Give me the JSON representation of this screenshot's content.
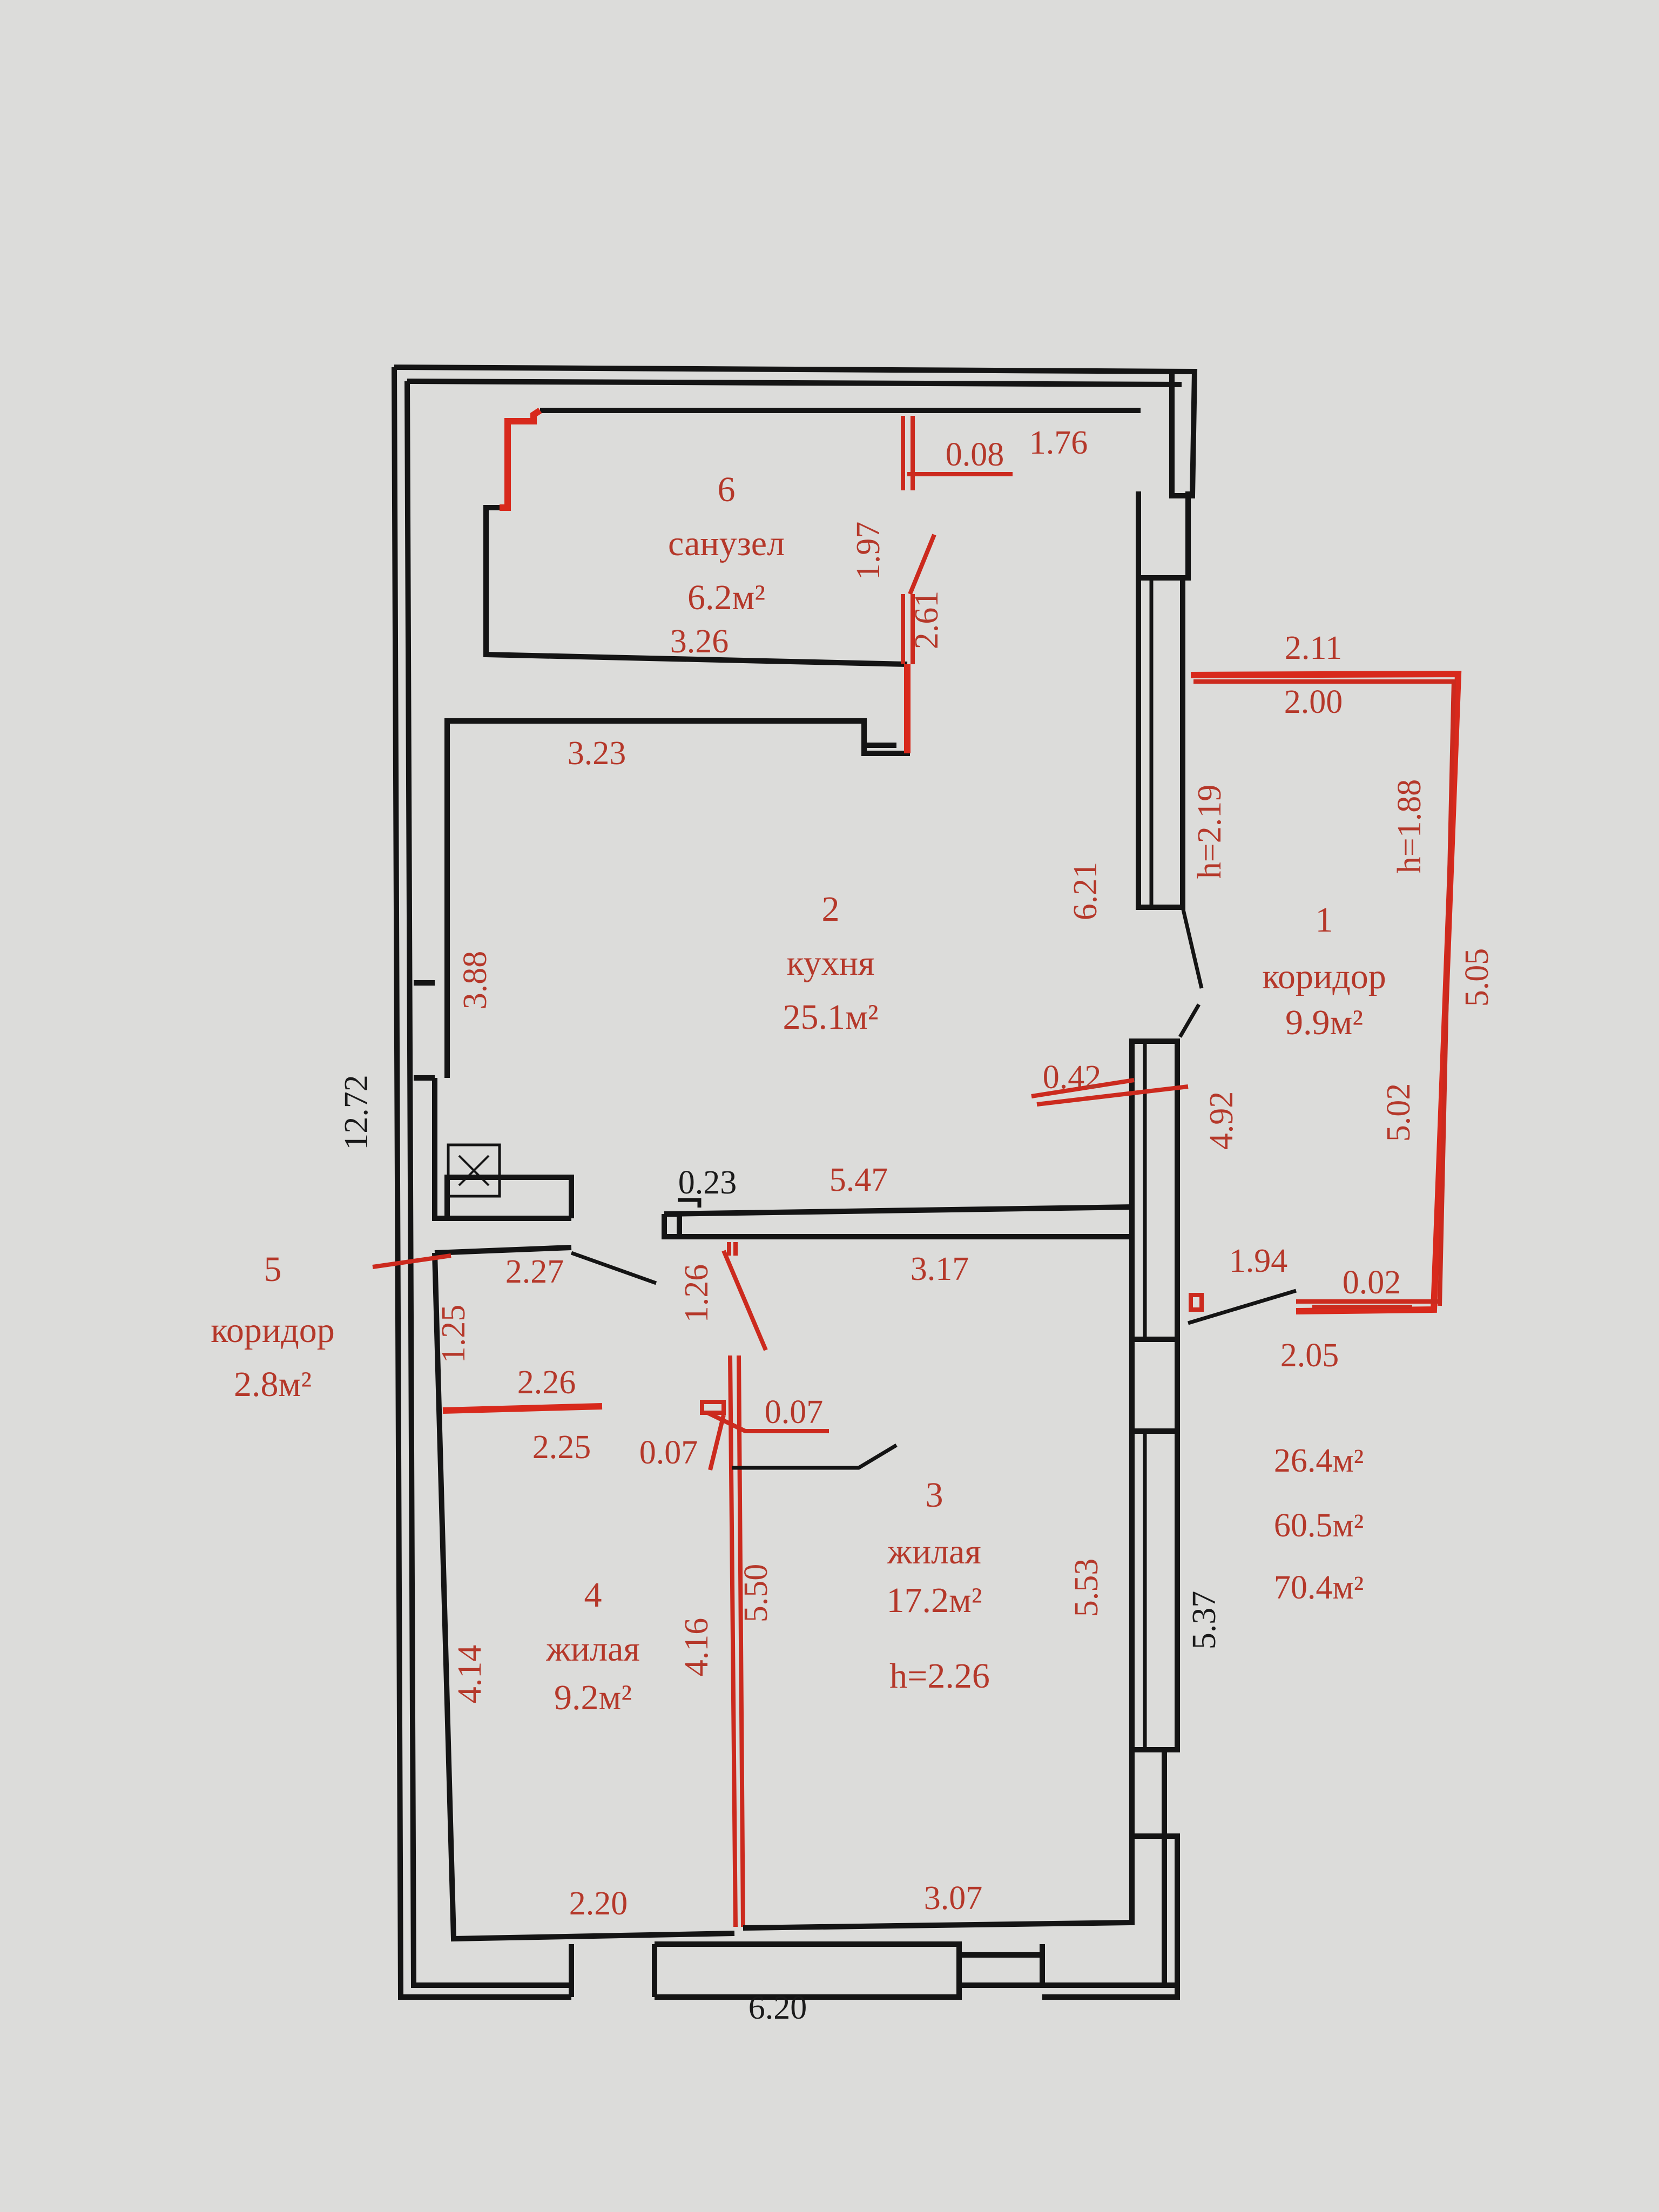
{
  "rooms": [
    {
      "number": "6",
      "name": "санузел",
      "area": "6.2м²"
    },
    {
      "number": "2",
      "name": "кухня",
      "area": "25.1м²"
    },
    {
      "number": "1",
      "name": "коридор",
      "area": "9.9м²"
    },
    {
      "number": "5",
      "name": "коридор",
      "area": "2.8м²"
    },
    {
      "number": "3",
      "name": "жилая",
      "area": "17.2м²",
      "height": "h=2.26"
    },
    {
      "number": "4",
      "name": "жилая",
      "area": "9.2м²"
    }
  ],
  "dimensions": {
    "total_height": "12.72",
    "total_width": "6.20",
    "right_lower": "5.37",
    "kitchen_left": "3.88",
    "kitchen_top": "3.23",
    "kitchen_right": "6.21",
    "kitchen_bottom": "5.47",
    "partition": "0.23",
    "room3_top": "3.17",
    "room3_right": "5.53",
    "room3_bottom": "3.07",
    "room4_left": "4.14",
    "room4_bottom": "2.20",
    "wall_4_16": "4.16",
    "corridor5_width": "2.27",
    "corridor5_side": "1.25",
    "door_126": "1.26",
    "bath_bottom": "3.26",
    "bath_side_197": "1.97",
    "bath_side_261": "2.61",
    "bath_top_176": "1.76",
    "corridor1_side": "4.92",
    "sep_194": "1.94",
    "ext_height_h": "h=2.19",
    "ext_211": "2.11",
    "ext_200": "2.00",
    "ext_h188": "h=1.88",
    "ext_505": "5.05",
    "ext_502": "5.02",
    "ext_205": "2.05"
  },
  "red_dimensions": {
    "bath_008": "0.08",
    "corr_042": "0.42",
    "corr_002": "0.02",
    "r4_226": "2.26",
    "r4_225": "2.25",
    "r3_007a": "0.07",
    "r3_007b": "0.07",
    "r3_550": "5.50"
  },
  "totals": [
    "26.4м²",
    "60.5м²",
    "70.4м²"
  ],
  "colors": {
    "walls": "#141414",
    "red_annotations": "#cc2a1e",
    "paper": "#dcdcda"
  }
}
